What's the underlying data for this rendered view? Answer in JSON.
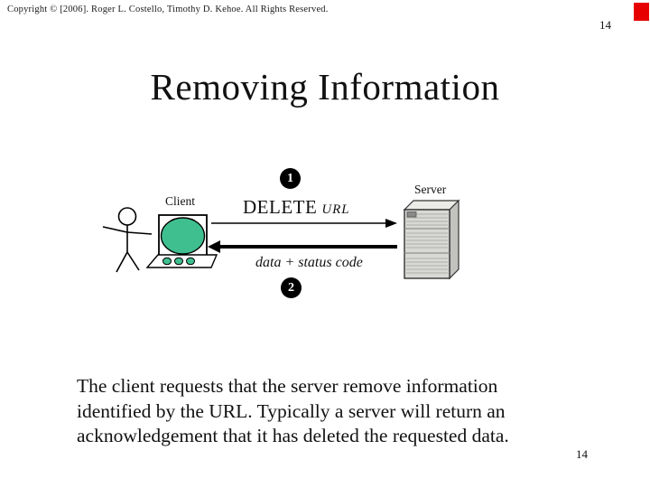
{
  "header": {
    "copyright": "Copyright © [2006].  Roger L. Costello, Timothy D. Kehoe.  All Rights Reserved.",
    "page_number": "14"
  },
  "slide": {
    "title": "Removing Information",
    "body_lines": [
      "The client requests that the server remove information",
      "identified by the URL. Typically a server will return an",
      "acknowledgement that it has deleted the requested data."
    ],
    "page_number": "14"
  },
  "diagram": {
    "step1_badge": "1",
    "step2_badge": "2",
    "client_label": "Client",
    "server_label": "Server",
    "request_method": "DELETE",
    "request_target": "URL",
    "response_label": "data + status code"
  },
  "colors": {
    "accent_red": "#e60000",
    "screen_green": "#3fbf8f",
    "server_gray": "#d8d8d5",
    "badge_black": "#000000"
  }
}
